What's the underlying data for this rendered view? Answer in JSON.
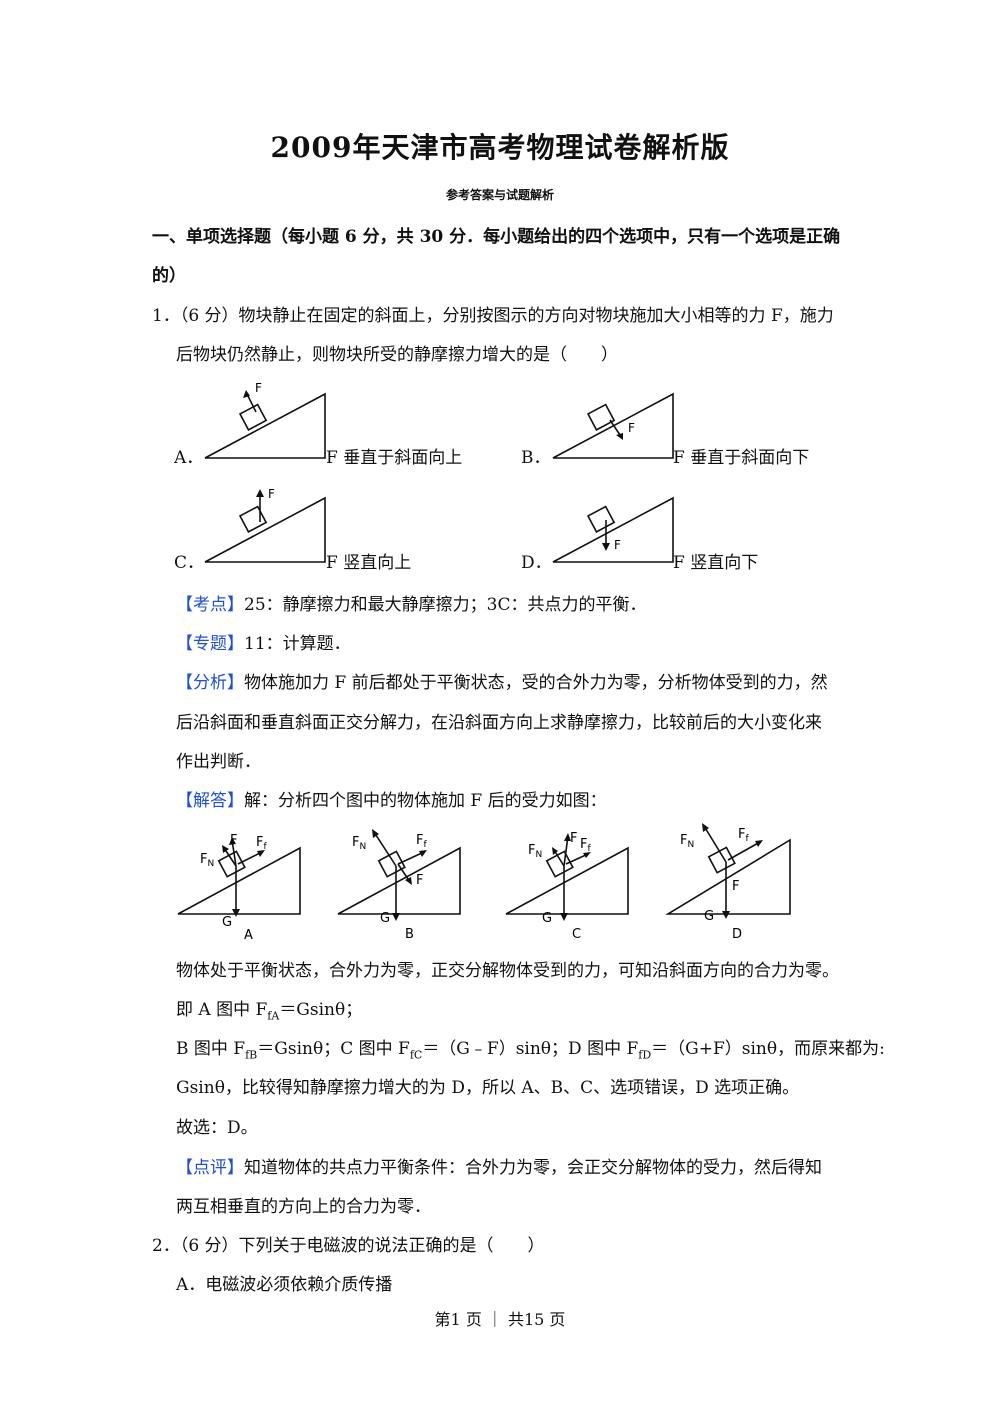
{
  "title": "2009年天津市高考物理试卷解析版",
  "subtitle": "参考答案与试题解析",
  "section1": {
    "heading_line1": "一、单项选择题（每小题 6 分，共 30 分．每小题给出的四个选项中，只有一个选项是正确",
    "heading_line2": "的）"
  },
  "q1": {
    "line1": "1．（6 分）物块静止在固定的斜面上，分别按图示的方向对物块施加大小相等的力 F，施力",
    "line2": "后物块仍然静止，则物块所受的静摩擦力增大的是（　　）",
    "options": [
      {
        "label": "A．",
        "caption": "F 垂直于斜面向上"
      },
      {
        "label": "B．",
        "caption": "F 垂直于斜面向下"
      },
      {
        "label": "C．",
        "caption": "F 竖直向上"
      },
      {
        "label": "D．",
        "caption": "F 竖直向下"
      }
    ],
    "force_label": "F",
    "kaodian_tag": "【考点】",
    "kaodian_text": "25：静摩擦力和最大静摩擦力；3C：共点力的平衡．",
    "zhuanti_tag": "【专题】",
    "zhuanti_text": "11：计算题．",
    "fenxi_tag": "【分析】",
    "fenxi_line1": "物体施加力 F 前后都处于平衡状态，受的合外力为零，分析物体受到的力，然",
    "fenxi_line2": "后沿斜面和垂直斜面正交分解力，在沿斜面方向上求静摩擦力，比较前后的大小变化来",
    "fenxi_line3": "作出判断．",
    "jieda_tag": "【解答】",
    "jieda_text": "解：分析四个图中的物体施加 F 后的受力如图：",
    "fig_labels": [
      "A",
      "B",
      "C",
      "D"
    ],
    "fig_force_labels": {
      "F": "F",
      "G": "G",
      "FN": "F",
      "FN_sub": "N",
      "Ff": "F",
      "Ff_sub": "f"
    },
    "body_line1": "物体处于平衡状态，合外力为零，正交分解物体受到的力，可知沿斜面方向的合力为零。",
    "eq_a_prefix": "即 A 图中 F",
    "eq_a_sub": "fA",
    "eq_a_suffix": "＝Gsinθ；",
    "eq_b_prefix": "B 图中 F",
    "eq_b_sub": "fB",
    "eq_b_mid1": "＝Gsinθ；C 图中 F",
    "eq_c_sub": "fC",
    "eq_b_mid2": "＝（G﹣F）sinθ；D 图中 F",
    "eq_d_sub": "fD",
    "eq_b_suffix": "＝（G+F）sinθ，而原来都为:",
    "body_line4": "Gsinθ，比较得知静摩擦力增大的为 D，所以 A、B、C、选项错误，D 选项正确。",
    "answer": "故选：D。",
    "dianping_tag": "【点评】",
    "dianping_line1": "知道物体的共点力平衡条件：合外力为零，会正交分解物体的受力，然后得知",
    "dianping_line2": "两互相垂直的方向上的合力为零．"
  },
  "q2": {
    "line1": "2．（6 分）下列关于电磁波的说法正确的是（　　）",
    "optA": "A．电磁波必须依赖介质传播"
  },
  "footer": "第1 页 ｜ 共15 页",
  "colors": {
    "tag": "#1f4fd6",
    "text": "#111111"
  }
}
